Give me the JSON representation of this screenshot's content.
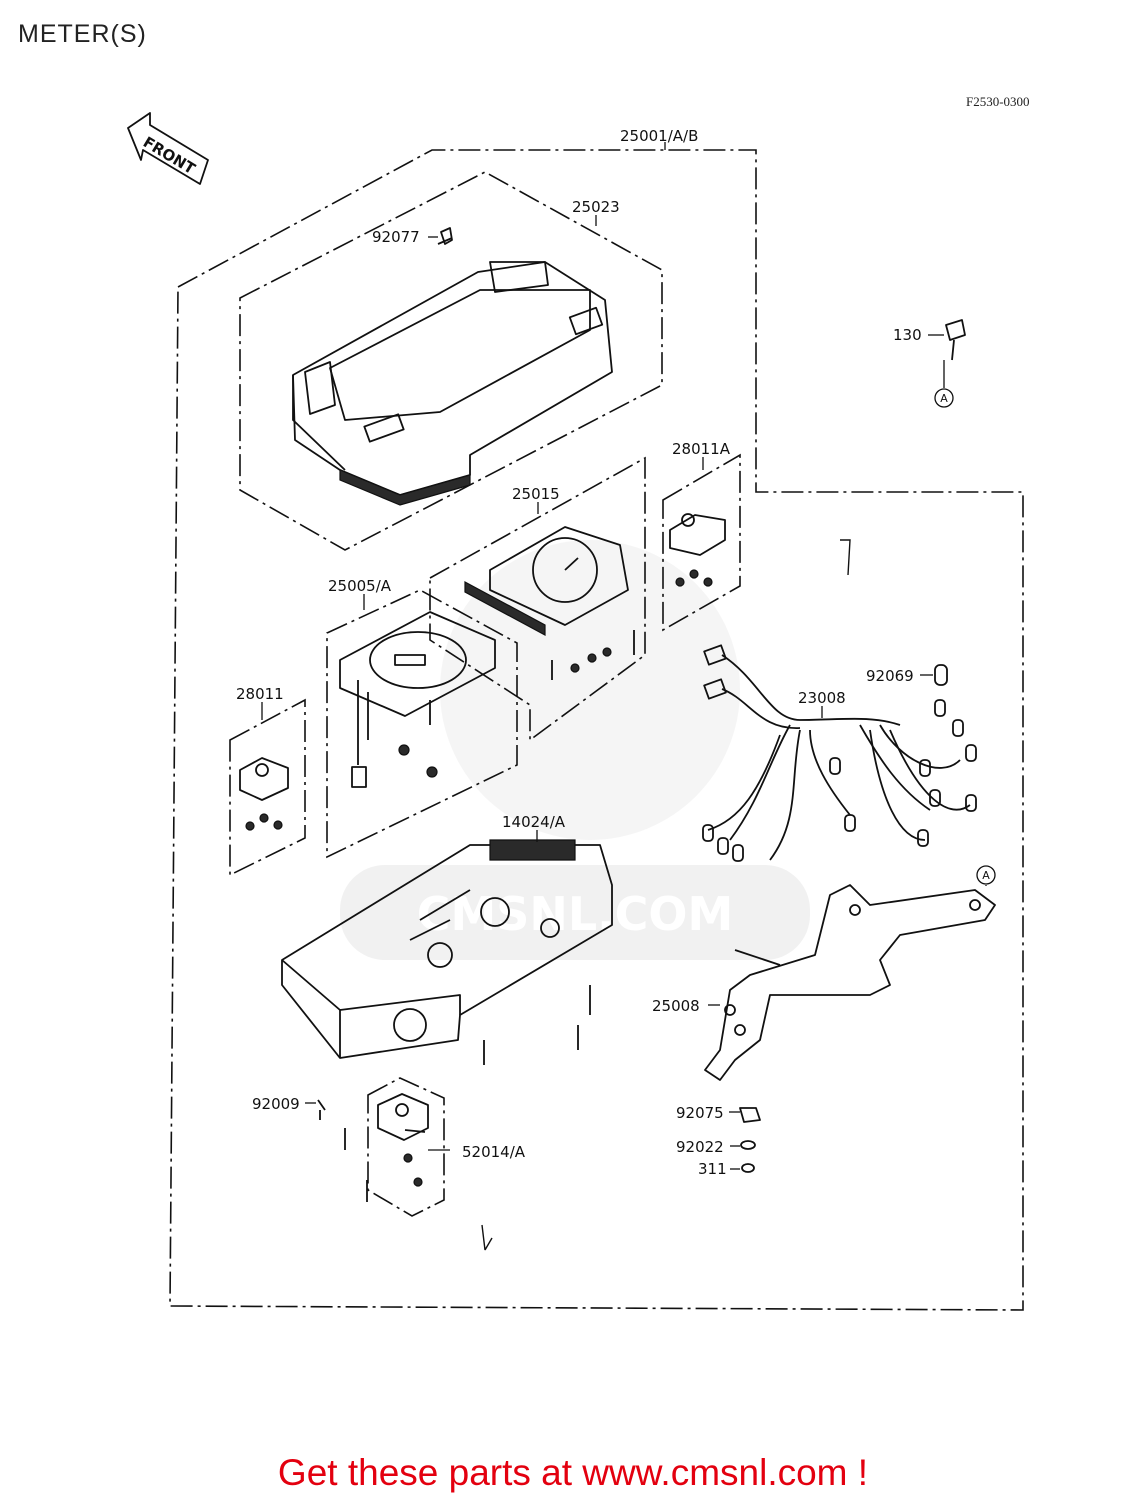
{
  "page": {
    "title": "METER(S)",
    "reference_code": "F2530-0300",
    "promo_text": "Get these parts at www.cmsnl.com !",
    "watermark": "CMSNL.COM"
  },
  "arrow": {
    "label": "FRONT"
  },
  "labels": [
    {
      "id": "p25001",
      "text": "25001/A/B"
    },
    {
      "id": "p25023",
      "text": "25023"
    },
    {
      "id": "p92077",
      "text": "92077"
    },
    {
      "id": "p130",
      "text": "130"
    },
    {
      "id": "p28011A",
      "text": "28011A"
    },
    {
      "id": "p25015",
      "text": "25015"
    },
    {
      "id": "p25005A",
      "text": "25005/A"
    },
    {
      "id": "p92069",
      "text": "92069"
    },
    {
      "id": "p23008",
      "text": "23008"
    },
    {
      "id": "p28011",
      "text": "28011"
    },
    {
      "id": "p14024A",
      "text": "14024/A"
    },
    {
      "id": "p25008",
      "text": "25008"
    },
    {
      "id": "p92009",
      "text": "92009"
    },
    {
      "id": "p52014A",
      "text": "52014/A"
    },
    {
      "id": "p92075",
      "text": "92075"
    },
    {
      "id": "p92022",
      "text": "92022"
    },
    {
      "id": "p311",
      "text": "311"
    }
  ],
  "markers": {
    "ref_a": "A"
  },
  "colors": {
    "promo": "#e3000f",
    "line": "#111111",
    "watermark": "#d8d8d8"
  }
}
